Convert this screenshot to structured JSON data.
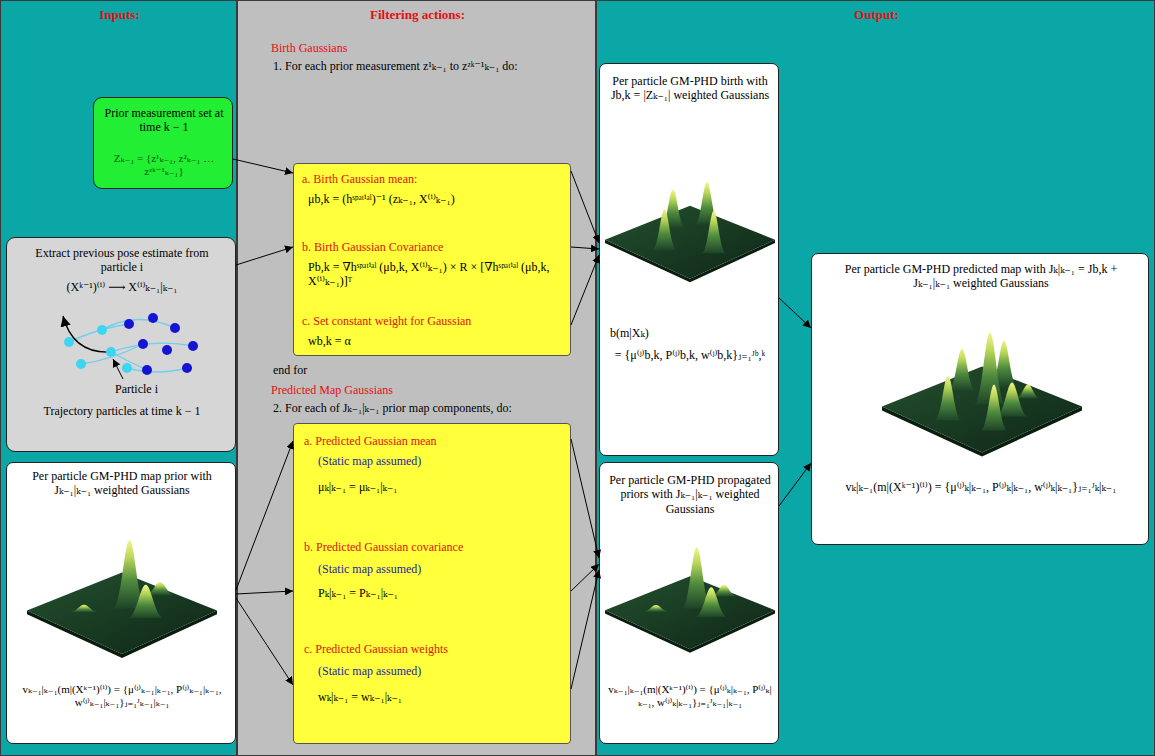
{
  "diagram": {
    "nodes": [
      {
        "text": [
          "Inputs:"
        ]
      },
      {
        "text": [
          "Prior measurement set at time k − 1",
          "Zₖ₋₁ = {z¹ₖ₋₁, z²ₖ₋₁ … zᶻᵏ⁻¹ₖ₋₁}"
        ],
        "in": 0
      },
      {
        "text": [
          "Extract previous pose estimate from particle i",
          "(Xᵏ⁻¹)⁽ⁱ⁾ ⟶ X⁽ⁱ⁾ₖ₋₁|ₖ₋₁",
          "Particle i",
          "Trajectory particles at time k − 1"
        ],
        "in": 0
      },
      {
        "text": [
          "Per particle GM-PHD map prior with Jₖ₋₁|ₖ₋₁ weighted Gaussians",
          "vₖ₋₁|ₖ₋₁(m|(Xᵏ⁻¹)⁽ⁱ⁾) = {μ⁽ʲ⁾ₖ₋₁|ₖ₋₁, P⁽ʲ⁾ₖ₋₁|ₖ₋₁, w⁽ʲ⁾ₖ₋₁|ₖ₋₁}ⱼ₌₁ᴶₖ₋₁|ₖ₋₁"
        ],
        "in": 0
      },
      {
        "text": [
          "Filtering actions:",
          "Birth Gaussians",
          "1. For each prior measurement z¹ₖ₋₁ to zᶻᵏ⁻¹ₖ₋₁ do:",
          "end for",
          "Predicted Map Gaussians",
          "2. For each of Jₖ₋₁|ₖ₋₁ prior map components, do:"
        ]
      },
      {
        "text": [
          "a. Birth Gaussian mean:",
          "μb,k = (hˢᵖᵃᵗⁱᵃˡ)⁻¹ (zₖ₋₁, X⁽ⁱ⁾ₖ₋₁)",
          "b. Birth Gaussian Covariance",
          "Pb,k = ∇hˢᵖᵃᵗⁱᵃˡ (μb,k, X⁽ⁱ⁾ₖ₋₁) × R × [∇hˢᵖᵃᵗⁱᵃˡ (μb,k, X⁽ⁱ⁾ₖ₋₁)]ᵀ",
          "c. Set constant weight for Gaussian",
          "wb,k = α"
        ],
        "in": 4
      },
      {
        "text": [
          "a. Predicted Gaussian mean",
          "(Static map assumed)",
          "μₖ|ₖ₋₁ = μₖ₋₁|ₖ₋₁",
          "b. Predicted Gaussian covariance",
          "(Static map assumed)",
          "Pₖ|ₖ₋₁ = Pₖ₋₁|ₖ₋₁",
          "c. Predicted Gaussian weights",
          "(Static map assumed)",
          "wₖ|ₖ₋₁ = wₖ₋₁|ₖ₋₁"
        ],
        "in": 4
      },
      {
        "text": [
          "Output:"
        ]
      },
      {
        "text": [
          "Per particle GM-PHD birth with Jb,k = |Zₖ₋₁| weighted Gaussians",
          "b(m|Xₖ)",
          "= {μ⁽ʲ⁾b,k, P⁽ʲ⁾b,k, w⁽ʲ⁾b,k}ⱼ₌₁ᴶᵇ,ᵏ"
        ],
        "in": 7
      },
      {
        "text": [
          "Per particle GM-PHD propagated priors with Jₖ₋₁|ₖ₋₁ weighted Gaussians",
          "vₖ₋₁|ₖ₋₁(m|(Xᵏ⁻¹)⁽ⁱ⁾) = {μ⁽ʲ⁾ₖ|ₖ₋₁, P⁽ʲ⁾ₖ|ₖ₋₁, w⁽ʲ⁾ₖ|ₖ₋₁}ⱼ₌₁ᴶₖ₋₁|ₖ₋₁"
        ],
        "in": 7
      },
      {
        "text": [
          "Per particle GM-PHD predicted map with Jₖ|ₖ₋₁ = Jb,k + Jₖ₋₁|ₖ₋₁ weighted Gaussians",
          "vₖ|ₖ₋₁(m|(Xᵏ⁻¹)⁽ⁱ⁾) = {μ⁽ʲ⁾ₖ|ₖ₋₁, P⁽ʲ⁾ₖ|ₖ₋₁, w⁽ʲ⁾ₖ|ₖ₋₁}ⱼ₌₁ᴶₖ|ₖ₋₁"
        ],
        "in": 7
      }
    ],
    "edges": [
      {
        "from": 1,
        "to": 5,
        "arrow": "to"
      },
      {
        "from": 2,
        "to": 5,
        "arrow": "to"
      },
      {
        "from": 3,
        "to": 6,
        "arrow": "to"
      },
      {
        "from": 3,
        "to": 6,
        "arrow": "to"
      },
      {
        "from": 3,
        "to": 6,
        "arrow": "to"
      },
      {
        "from": 5,
        "to": 8,
        "arrow": "to"
      },
      {
        "from": 5,
        "to": 8,
        "arrow": "to"
      },
      {
        "from": 5,
        "to": 8,
        "arrow": "to"
      },
      {
        "from": 6,
        "to": 9,
        "arrow": "to"
      },
      {
        "from": 6,
        "to": 9,
        "arrow": "to"
      },
      {
        "from": 6,
        "to": 9,
        "arrow": "to"
      },
      {
        "from": 8,
        "to": 10,
        "arrow": "to"
      },
      {
        "from": 9,
        "to": 10,
        "arrow": "to"
      }
    ]
  }
}
